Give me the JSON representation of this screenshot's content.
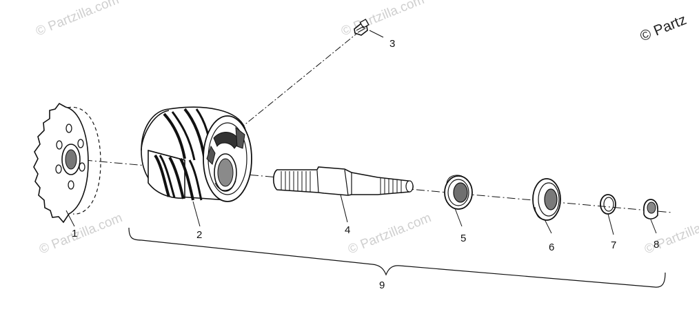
{
  "watermarks": {
    "brand": "© Partzilla.com",
    "corner": "© Partz"
  },
  "callouts": [
    {
      "id": "1",
      "label": "1"
    },
    {
      "id": "2",
      "label": "2"
    },
    {
      "id": "3",
      "label": "3"
    },
    {
      "id": "4",
      "label": "4"
    },
    {
      "id": "5",
      "label": "5"
    },
    {
      "id": "6",
      "label": "6"
    },
    {
      "id": "7",
      "label": "7"
    },
    {
      "id": "8",
      "label": "8"
    },
    {
      "id": "9",
      "label": "9"
    }
  ],
  "colors": {
    "line": "#111111",
    "watermark": "#cfcfcf",
    "background": "#ffffff"
  }
}
